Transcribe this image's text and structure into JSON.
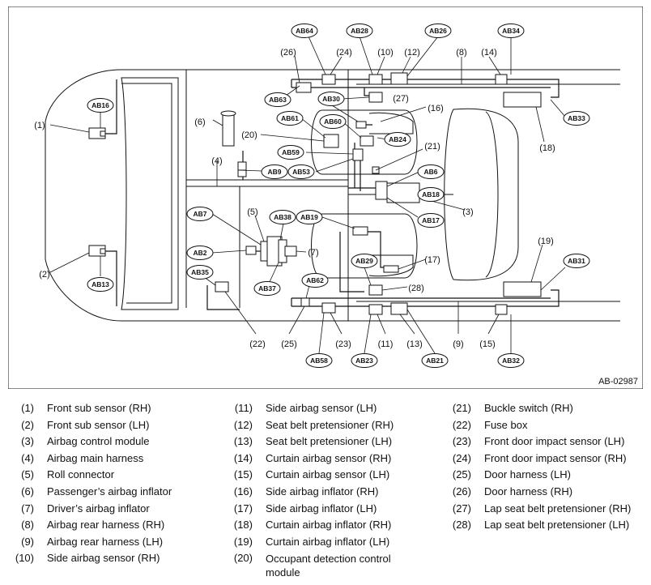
{
  "figure": {
    "id": "AB-02987",
    "callouts": [
      {
        "key": "c1",
        "label": "(1)"
      },
      {
        "key": "c2",
        "label": "(2)"
      },
      {
        "key": "c3",
        "label": "(3)"
      },
      {
        "key": "c4",
        "label": "(4)"
      },
      {
        "key": "c5",
        "label": "(5)"
      },
      {
        "key": "c6",
        "label": "(6)"
      },
      {
        "key": "c7",
        "label": "(7)"
      },
      {
        "key": "c8",
        "label": "(8)"
      },
      {
        "key": "c9",
        "label": "(9)"
      },
      {
        "key": "c10",
        "label": "(10)"
      },
      {
        "key": "c11",
        "label": "(11)"
      },
      {
        "key": "c12",
        "label": "(12)"
      },
      {
        "key": "c13",
        "label": "(13)"
      },
      {
        "key": "c14",
        "label": "(14)"
      },
      {
        "key": "c15",
        "label": "(15)"
      },
      {
        "key": "c16",
        "label": "(16)"
      },
      {
        "key": "c17",
        "label": "(17)"
      },
      {
        "key": "c18",
        "label": "(18)"
      },
      {
        "key": "c19",
        "label": "(19)"
      },
      {
        "key": "c20",
        "label": "(20)"
      },
      {
        "key": "c21",
        "label": "(21)"
      },
      {
        "key": "c22",
        "label": "(22)"
      },
      {
        "key": "c23",
        "label": "(23)"
      },
      {
        "key": "c24",
        "label": "(24)"
      },
      {
        "key": "c25",
        "label": "(25)"
      },
      {
        "key": "c26",
        "label": "(26)"
      },
      {
        "key": "c27",
        "label": "(27)"
      },
      {
        "key": "c28",
        "label": "(28)"
      }
    ],
    "connectors": [
      "AB64",
      "AB28",
      "AB26",
      "AB34",
      "AB16",
      "AB63",
      "AB30",
      "AB33",
      "AB61",
      "AB60",
      "AB24",
      "AB59",
      "AB9",
      "AB53",
      "AB6",
      "AB18",
      "AB17",
      "AB7",
      "AB38",
      "AB19",
      "AB2",
      "AB29",
      "AB31",
      "AB35",
      "AB37",
      "AB62",
      "AB13",
      "AB58",
      "AB23",
      "AB21",
      "AB32"
    ]
  },
  "legend": {
    "columns": [
      [
        {
          "num": "(1)",
          "text": "Front sub sensor (RH)"
        },
        {
          "num": "(2)",
          "text": "Front sub sensor (LH)"
        },
        {
          "num": "(3)",
          "text": "Airbag control module"
        },
        {
          "num": "(4)",
          "text": "Airbag main harness"
        },
        {
          "num": "(5)",
          "text": "Roll connector"
        },
        {
          "num": "(6)",
          "text": "Passenger’s airbag inflator"
        },
        {
          "num": "(7)",
          "text": "Driver’s airbag inflator"
        },
        {
          "num": "(8)",
          "text": "Airbag rear harness (RH)"
        },
        {
          "num": "(9)",
          "text": "Airbag rear harness (LH)"
        },
        {
          "num": "(10)",
          "text": "Side airbag sensor (RH)"
        }
      ],
      [
        {
          "num": "(11)",
          "text": "Side airbag sensor (LH)"
        },
        {
          "num": "(12)",
          "text": "Seat belt pretensioner (RH)"
        },
        {
          "num": "(13)",
          "text": "Seat belt pretensioner (LH)"
        },
        {
          "num": "(14)",
          "text": "Curtain airbag sensor (RH)"
        },
        {
          "num": "(15)",
          "text": "Curtain airbag sensor (LH)"
        },
        {
          "num": "(16)",
          "text": "Side airbag inflator (RH)"
        },
        {
          "num": "(17)",
          "text": "Side airbag inflator (LH)"
        },
        {
          "num": "(18)",
          "text": "Curtain airbag inflator (RH)"
        },
        {
          "num": "(19)",
          "text": "Curtain airbag inflator (LH)"
        },
        {
          "num": "(20)",
          "text": "Occupant detection control module"
        }
      ],
      [
        {
          "num": "(21)",
          "text": "Buckle switch (RH)"
        },
        {
          "num": "(22)",
          "text": "Fuse box"
        },
        {
          "num": "(23)",
          "text": "Front door impact sensor (LH)"
        },
        {
          "num": "(24)",
          "text": "Front door impact sensor (RH)"
        },
        {
          "num": "(25)",
          "text": "Door harness (LH)"
        },
        {
          "num": "(26)",
          "text": "Door harness (RH)"
        },
        {
          "num": "(27)",
          "text": "Lap seat belt pretensioner (RH)"
        },
        {
          "num": "(28)",
          "text": "Lap seat belt pretensioner (LH)"
        }
      ]
    ]
  }
}
